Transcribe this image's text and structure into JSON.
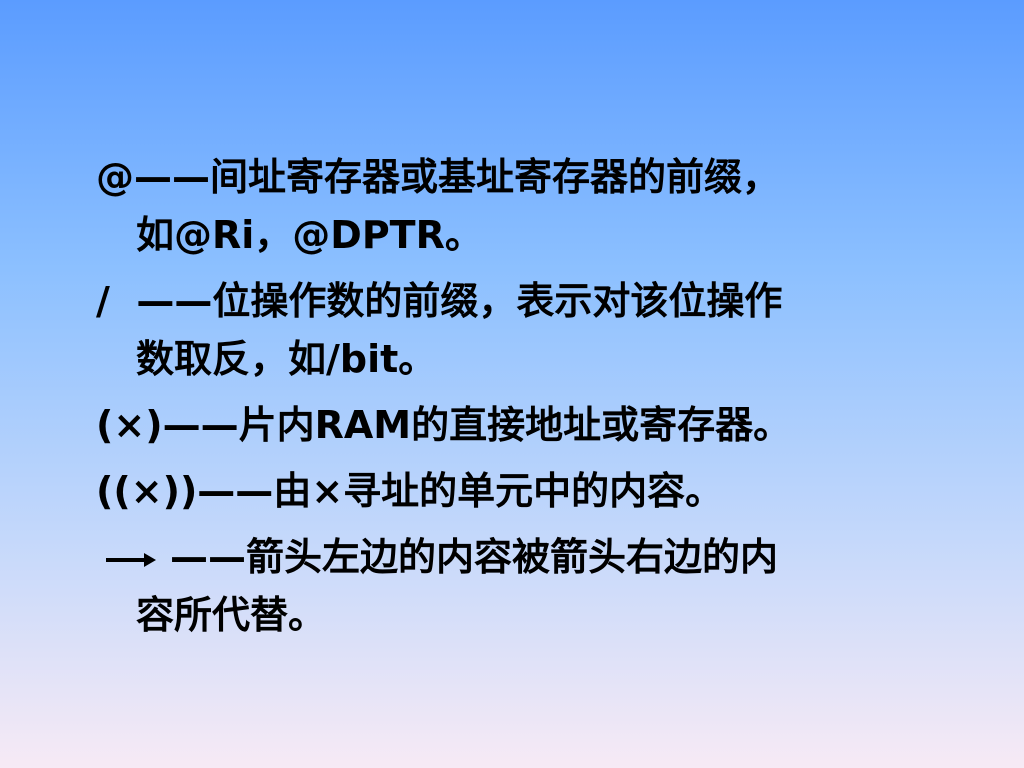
{
  "items": [
    {
      "symbol": "@——",
      "text_line1": "间址寄存器或基址寄存器的前缀，",
      "text_line2": "如@Ri，@DPTR。"
    },
    {
      "symbol": "/  ——",
      "text_line1": "位操作数的前缀，表示对该位操作",
      "text_line2": "数取反，如/bit。"
    },
    {
      "symbol": "(×)——",
      "text_line1": "片内RAM的直接地址或寄存器。",
      "text_line2": ""
    },
    {
      "symbol": "((×))——",
      "text_line1": "由×寻址的单元中的内容。",
      "text_line2": ""
    },
    {
      "symbol": "——",
      "text_line1": "箭头左边的内容被箭头右边的内",
      "text_line2": "容所代替。"
    }
  ]
}
